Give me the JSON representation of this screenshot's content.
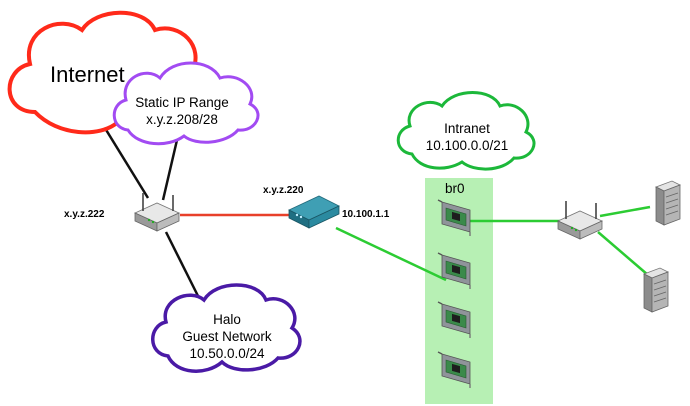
{
  "clouds": {
    "internet": {
      "label": "Internet",
      "color": "#ff2a1a"
    },
    "static_ip": {
      "line1": "Static IP Range",
      "line2": "x.y.z.208/28",
      "color": "#a24bf2"
    },
    "intranet": {
      "line1": "Intranet",
      "line2": "10.100.0.0/21",
      "color": "#1cb83a"
    },
    "halo": {
      "line1": "Halo",
      "line2": "Guest Network",
      "line3": "10.50.0.0/24",
      "color": "#4a1aa6"
    }
  },
  "addresses": {
    "router_left": "x.y.z.222",
    "firewall_wan": "x.y.z.220",
    "firewall_lan": "10.100.1.1"
  },
  "bridge": {
    "label": "br0",
    "color": "#b7f0b4"
  },
  "links": {
    "red": "#e8402a",
    "green": "#2ccc33",
    "black": "#111111"
  },
  "icons": [
    "router-icon",
    "firewall-icon",
    "nic-card-icon",
    "server-icon"
  ]
}
